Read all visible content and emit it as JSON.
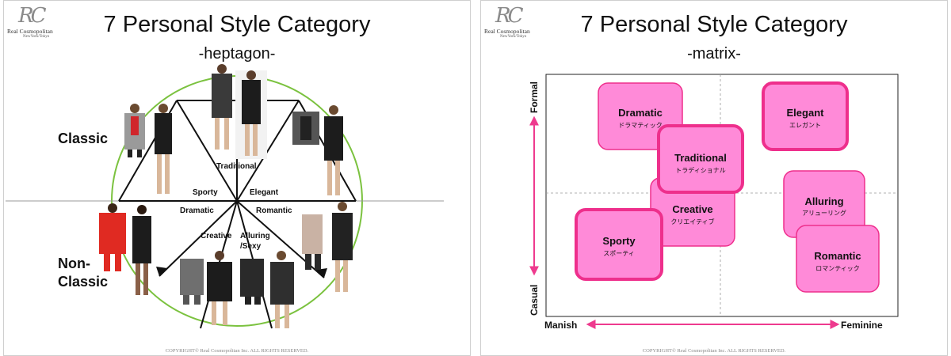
{
  "brand": {
    "logo_mark": "RC",
    "name": "Real Cosmopolitan",
    "city": "NewYork/Tokyo"
  },
  "copyright": "COPYRIGHT© Real Cosmopolitan Inc. ALL RIGHTS RESERVED.",
  "left": {
    "title": "7 Personal Style Category",
    "subtitle": "-heptagon-",
    "group_classic": "Classic",
    "group_nonclassic_line1": "Non-",
    "group_nonclassic_line2": "Classic",
    "labels": {
      "traditional": "Traditional",
      "sporty": "Sporty",
      "elegant": "Elegant",
      "dramatic": "Dramatic",
      "romantic": "Romantic",
      "creative": "Creative",
      "alluring_line1": "Alluring",
      "alluring_line2": "/Sexy"
    }
  },
  "right": {
    "title": "7 Personal Style Category",
    "subtitle": "-matrix-",
    "axis": {
      "top": "Formal",
      "bottom": "Casual",
      "left": "Manish",
      "right": "Feminine"
    },
    "styles": [
      {
        "en": "Dramatic",
        "jp": "ドラマティック"
      },
      {
        "en": "Elegant",
        "jp": "エレガント"
      },
      {
        "en": "Creative",
        "jp": "クリエイティブ"
      },
      {
        "en": "Traditional",
        "jp": "トラディショナル"
      },
      {
        "en": "Alluring",
        "jp": "アリューリング"
      },
      {
        "en": "Sporty",
        "jp": "スポーティ"
      },
      {
        "en": "Romantic",
        "jp": "ロマンティック"
      }
    ],
    "colors": {
      "fill": "#ff8ad8",
      "border": "#ee2f8c",
      "arrow": "#ee3a8e"
    }
  }
}
